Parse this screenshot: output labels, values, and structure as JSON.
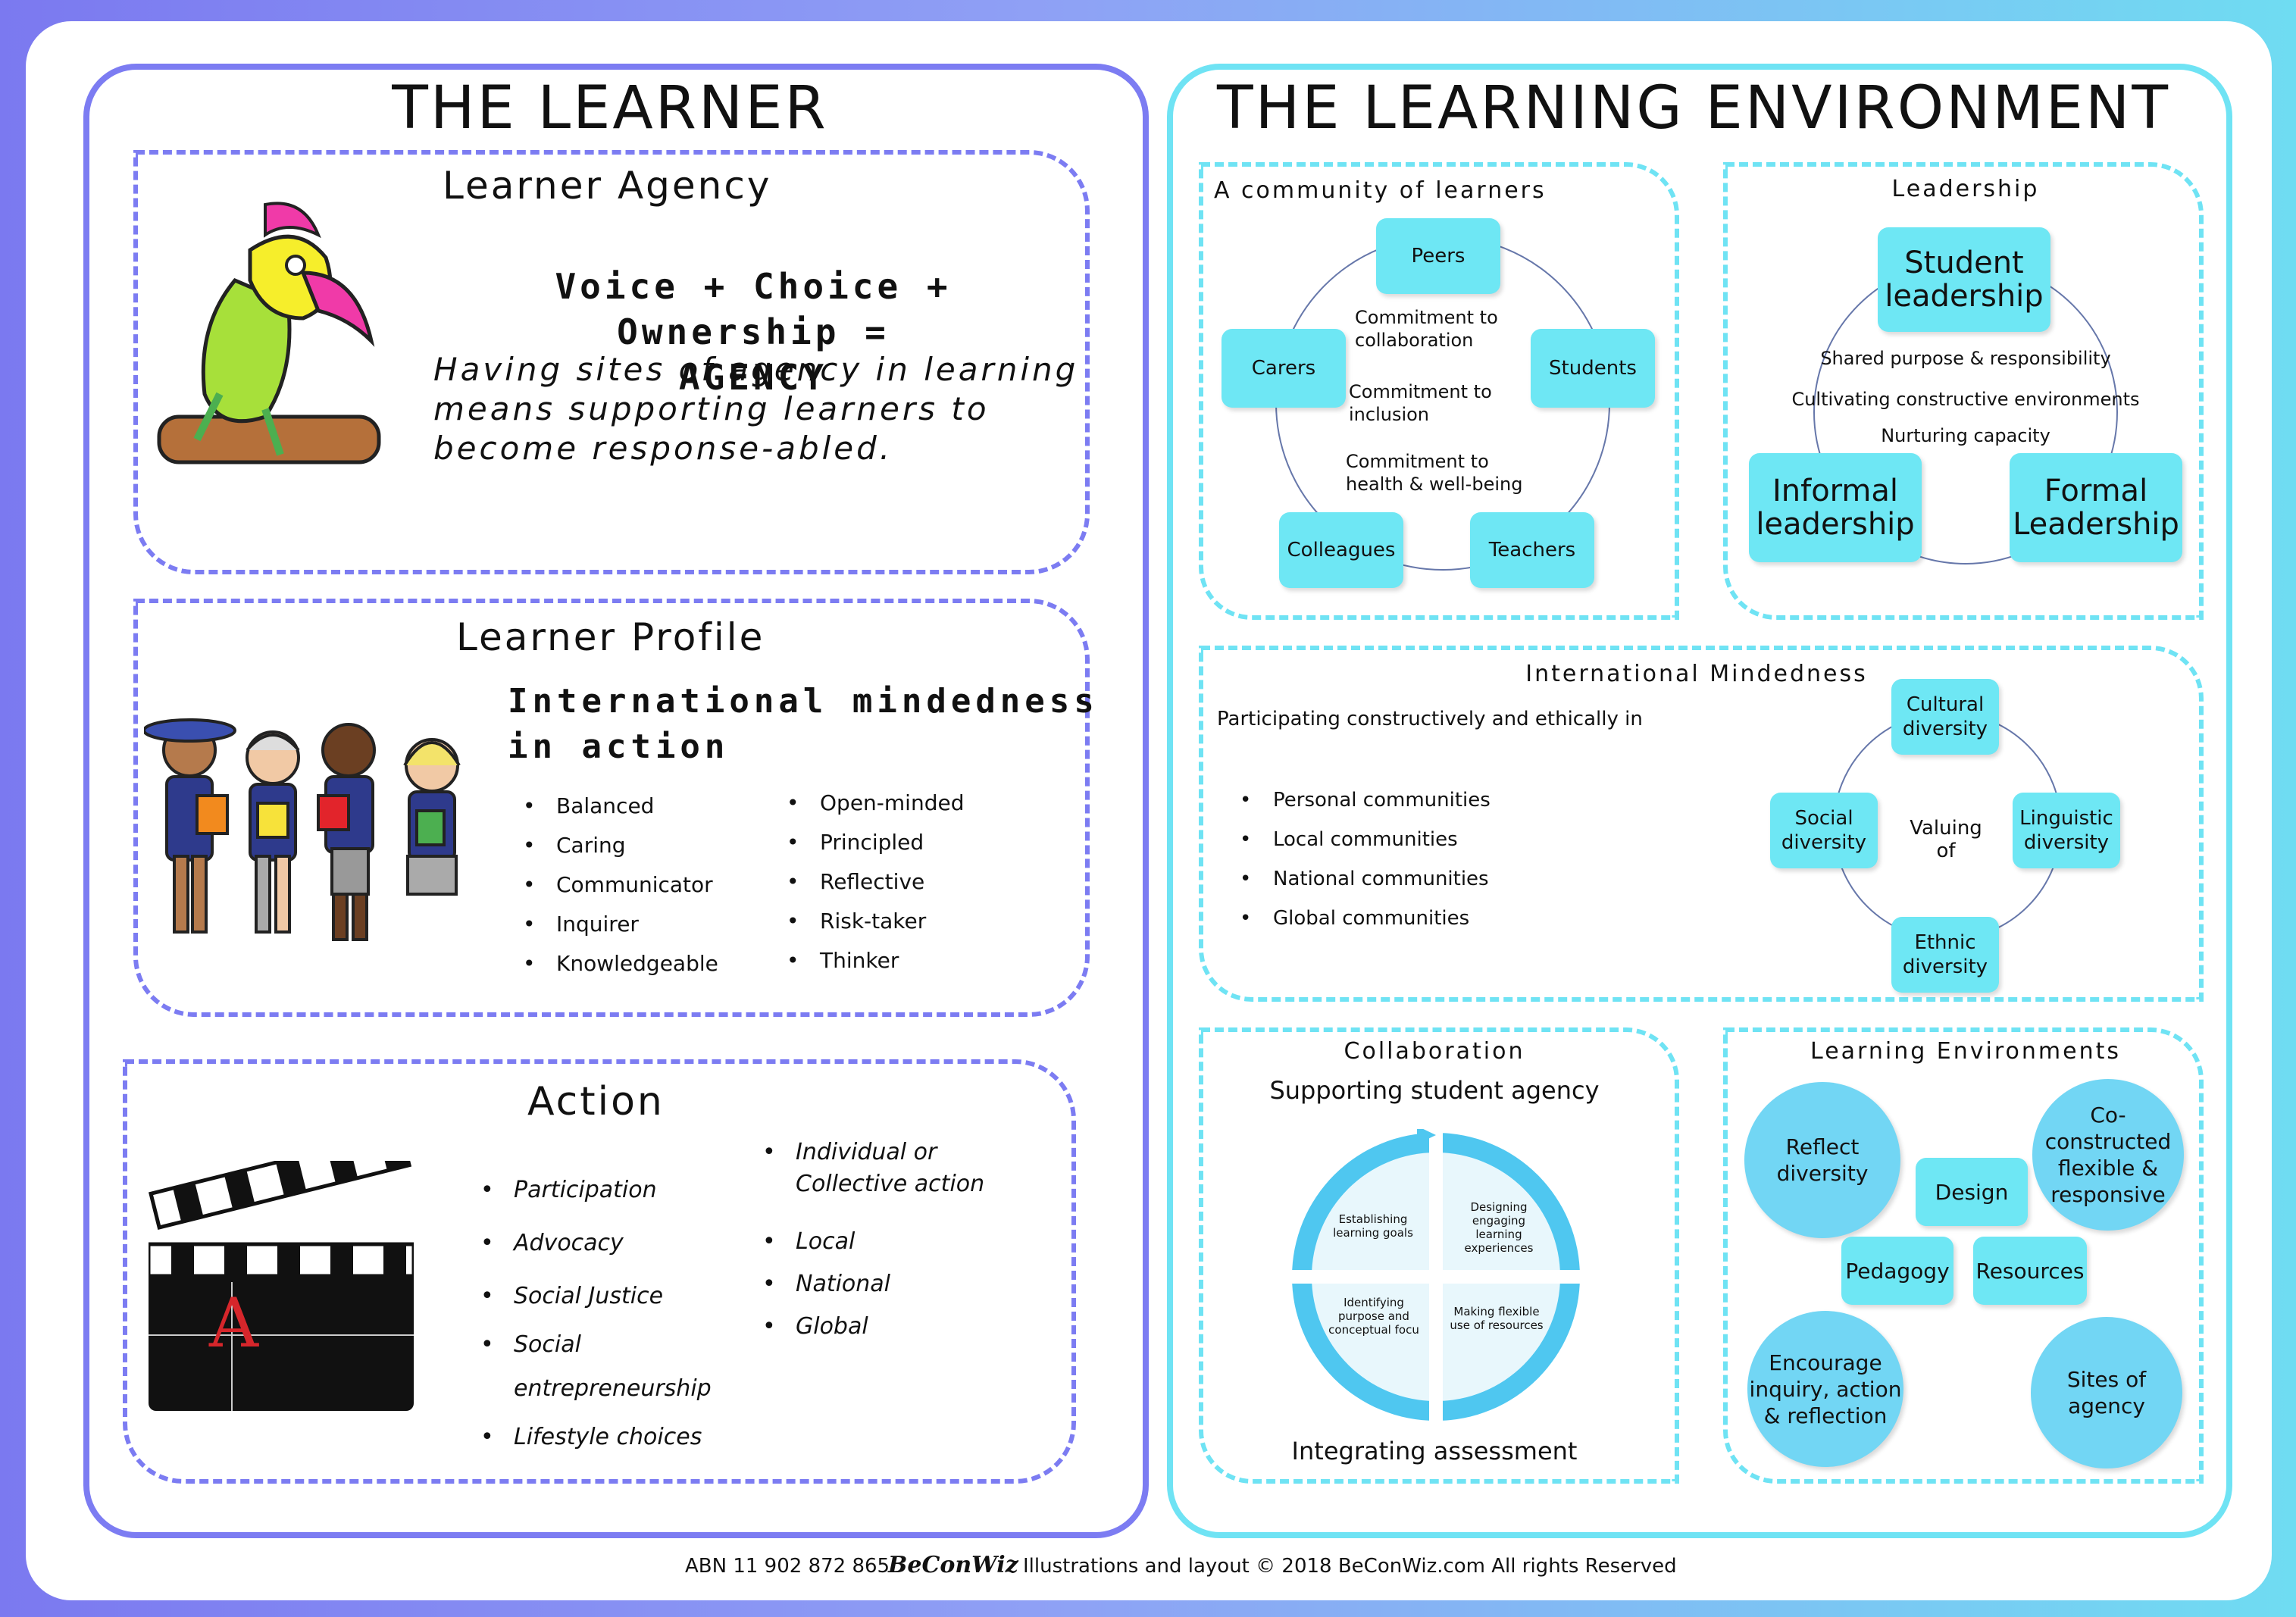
{
  "learner": {
    "title": "THE LEARNER",
    "agency": {
      "heading": "Learner Agency",
      "formula_line1": "Voice + Choice + Ownership =",
      "formula_line2": "AGENCY",
      "text": "Having sites of agency in learning means supporting learners to become response-abled."
    },
    "profile": {
      "heading": "Learner Profile",
      "subheading_line1": "International mindedness",
      "subheading_line2": "in action",
      "col1": [
        "Balanced",
        "Caring",
        "Communicator",
        "Inquirer",
        "Knowledgeable"
      ],
      "col2": [
        "Open-minded",
        "Principled",
        "Reflective",
        "Risk-taker",
        "Thinker"
      ]
    },
    "action": {
      "heading": "Action",
      "col1": [
        "Participation",
        "Advocacy",
        "Social Justice",
        "Social entrepreneurship",
        "Lifestyle choices"
      ],
      "col2": [
        "Individual or Collective action",
        "Local",
        "National",
        "Global"
      ],
      "clapper_letter": "A"
    }
  },
  "env": {
    "title": "THE LEARNING ENVIRONMENT",
    "community": {
      "heading": "A community of learners",
      "nodes": {
        "peers": "Peers",
        "carers": "Carers",
        "students": "Students",
        "colleagues": "Colleagues",
        "teachers": "Teachers"
      },
      "commitments": [
        "Commitment to collaboration",
        "Commitment to inclusion",
        "Commitment to health & well-being"
      ]
    },
    "leadership": {
      "heading": "Leadership",
      "student": "Student leadership",
      "informal": "Informal leadership",
      "formal": "Formal Leadership",
      "lines": [
        "Shared purpose & responsibility",
        "Cultivating constructive environments",
        "Nurturing capacity"
      ]
    },
    "im": {
      "heading": "International Mindedness",
      "intro": "Participating constructively and ethically in",
      "items": [
        "Personal communities",
        "Local communities",
        "National communities",
        "Global communities"
      ],
      "center": "Valuing of",
      "cultural": "Cultural diversity",
      "social": "Social diversity",
      "linguistic": "Linguistic diversity",
      "ethnic": "Ethnic diversity"
    },
    "collab": {
      "heading": "Collaboration",
      "sub": "Supporting student agency",
      "bottom": "Integrating assessment",
      "q1": "Establishing learning goals",
      "q2": "Designing engaging learning experiences",
      "q3": "Identifying purpose and conceptual focu",
      "q4": "Making flexible use of resources"
    },
    "le": {
      "heading": "Learning Environments",
      "reflect": "Reflect diversity",
      "co": "Co-constructed flexible & responsive",
      "design": "Design",
      "pedagogy": "Pedagogy",
      "resources": "Resources",
      "encourage": "Encourage inquiry, action & reflection",
      "sites": "Sites of agency"
    }
  },
  "footer": {
    "abn": "ABN 11 902 872 865",
    "brand": "BeConWiz",
    "rights": "Illustrations and layout © 2018 BeConWiz.com All rights Reserved"
  },
  "colors": {
    "learner_accent": "#7c7cf2",
    "env_accent": "#6fe3f4",
    "node_fill": "#6ee7f4",
    "circle_fill": "#72d6f4"
  }
}
